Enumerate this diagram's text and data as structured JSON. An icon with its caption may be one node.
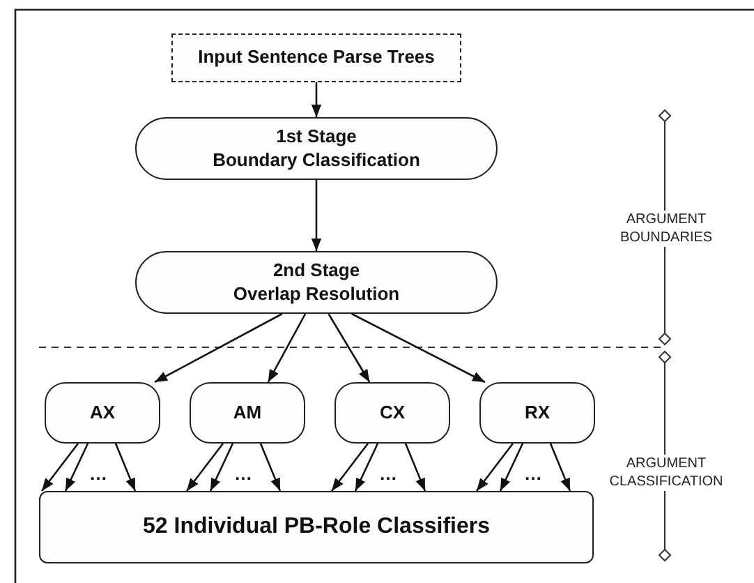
{
  "diagram": {
    "nodes": [
      {
        "text": [
          "Input Sentence Parse Trees"
        ]
      },
      {
        "text": [
          "1st Stage",
          "Boundary Classification"
        ]
      },
      {
        "text": [
          "2nd Stage",
          "Overlap Resolution"
        ]
      },
      {
        "text": [
          "AX"
        ]
      },
      {
        "text": [
          "AM"
        ]
      },
      {
        "text": [
          "CX"
        ]
      },
      {
        "text": [
          "RX"
        ]
      },
      {
        "text": [
          "52 Individual PB-Role Classifiers"
        ]
      }
    ],
    "edges": [
      {
        "from": 0,
        "to": 1,
        "arrow": "to"
      },
      {
        "from": 1,
        "to": 2,
        "arrow": "to"
      },
      {
        "from": 2,
        "to": 3,
        "arrow": "to"
      },
      {
        "from": 2,
        "to": 4,
        "arrow": "to"
      },
      {
        "from": 2,
        "to": 5,
        "arrow": "to"
      },
      {
        "from": 2,
        "to": 6,
        "arrow": "to"
      },
      {
        "from": 3,
        "to": 7,
        "arrow": "to"
      },
      {
        "from": 3,
        "to": 7,
        "arrow": "to"
      },
      {
        "from": 3,
        "to": 7,
        "arrow": "to"
      },
      {
        "from": 4,
        "to": 7,
        "arrow": "to"
      },
      {
        "from": 4,
        "to": 7,
        "arrow": "to"
      },
      {
        "from": 4,
        "to": 7,
        "arrow": "to"
      },
      {
        "from": 5,
        "to": 7,
        "arrow": "to"
      },
      {
        "from": 5,
        "to": 7,
        "arrow": "to"
      },
      {
        "from": 5,
        "to": 7,
        "arrow": "to"
      },
      {
        "from": 6,
        "to": 7,
        "arrow": "to"
      },
      {
        "from": 6,
        "to": 7,
        "arrow": "to"
      },
      {
        "from": 6,
        "to": 7,
        "arrow": "to"
      }
    ],
    "labels": [
      "ARGUMENT BOUNDARIES",
      "ARGUMENT CLASSIFICATION",
      "…",
      "…",
      "…",
      "…"
    ]
  }
}
